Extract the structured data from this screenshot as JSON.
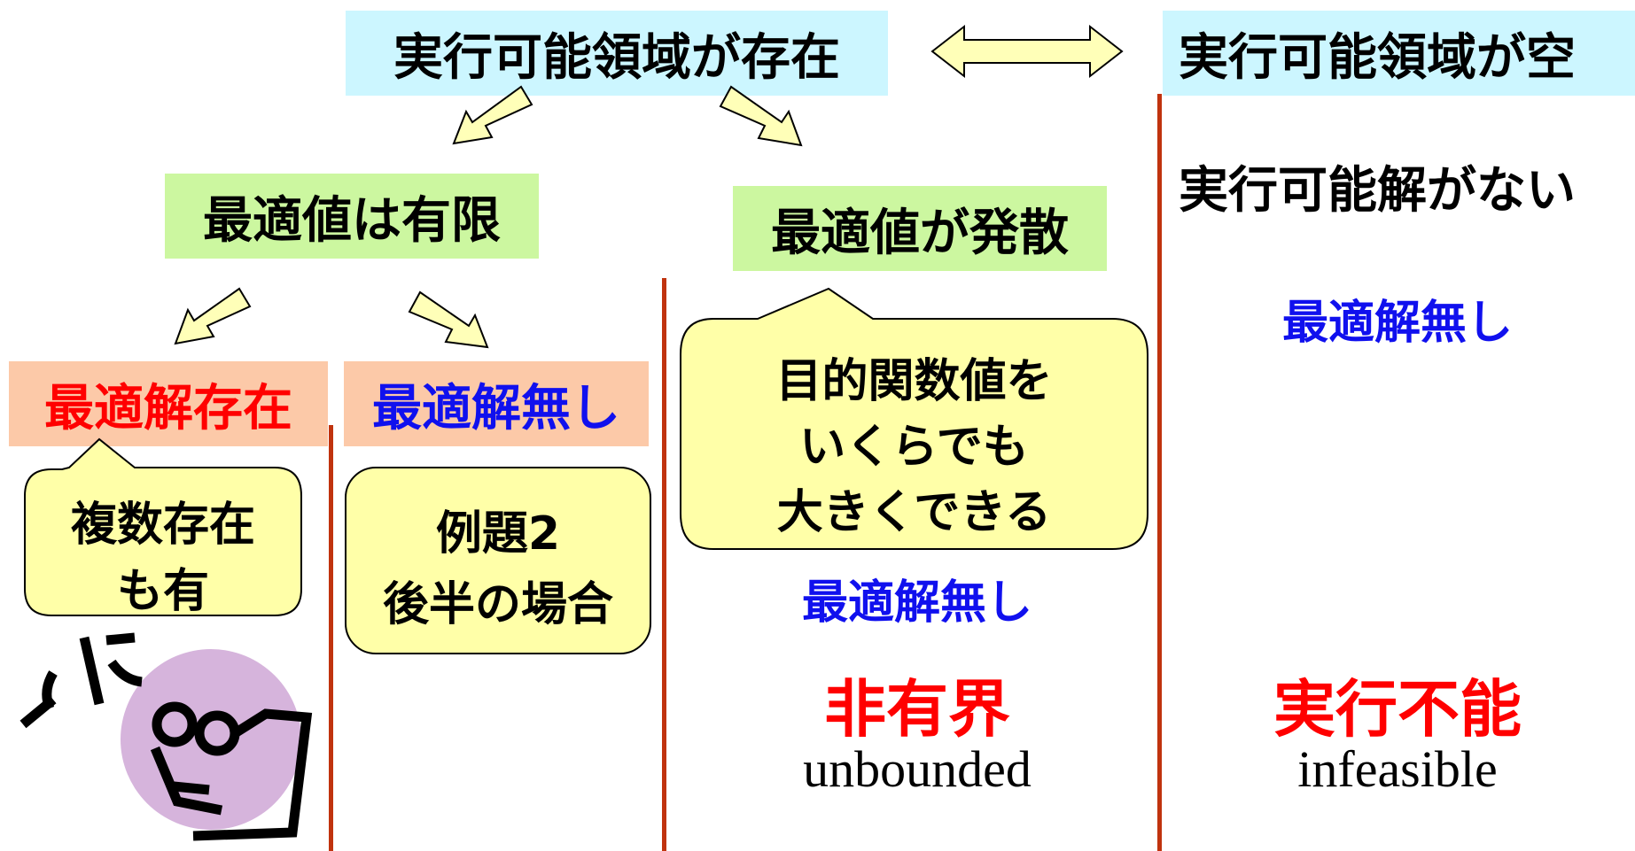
{
  "top": {
    "feasible_exists": "実行可能領域が存在",
    "feasible_empty": "実行可能領域が空"
  },
  "middle": {
    "finite_optimum": "最適値は有限",
    "divergent_optimum": "最適値が発散"
  },
  "lower": {
    "solution_exists": "最適解存在",
    "no_solution": "最適解無し"
  },
  "notes": {
    "multiple_line1": "複数存在",
    "multiple_line2": "も有",
    "example_line1": "例題2",
    "example_line2": "後半の場合",
    "objective_line1": "目的関数値を",
    "objective_line2": "いくらでも",
    "objective_line3": "大きくできる"
  },
  "column3": {
    "no_solution": "最適解無し",
    "label_jp": "非有界",
    "label_en": "unbounded"
  },
  "column4": {
    "no_feasible": "実行可能解がない",
    "no_solution": "最適解無し",
    "label_jp": "実行不能",
    "label_en": "infeasible"
  },
  "colors": {
    "cyan_box": "#ccf6ff",
    "green_box": "#ccf7a0",
    "salmon_box": "#fcc9a8",
    "bubble_fill": "#ffffa8",
    "arrow_fill": "#ffffb8",
    "divider": "#c0330e",
    "red_text": "#ff0000",
    "blue_text": "#1010ee"
  }
}
